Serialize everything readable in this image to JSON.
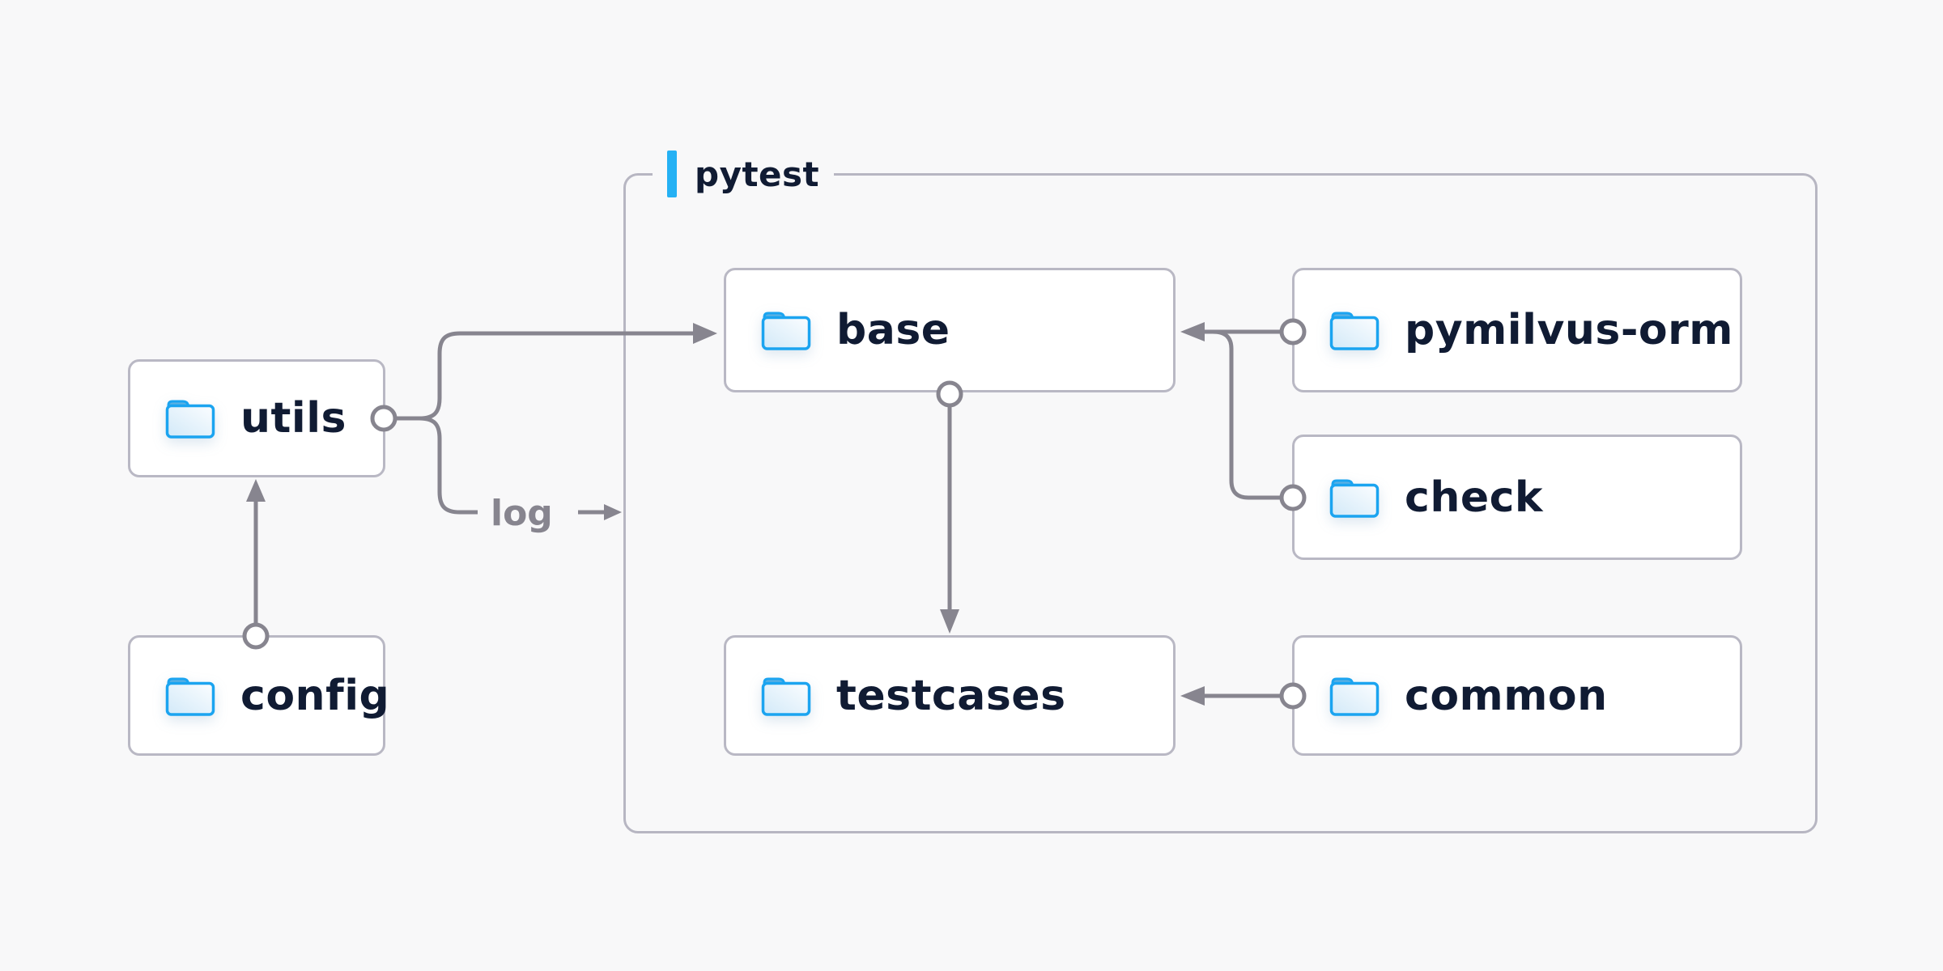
{
  "diagram": {
    "group": {
      "label": "pytest",
      "accent_color": "#25b1f4",
      "border_color": "#b7b6c2"
    },
    "nodes": {
      "utils": {
        "label": "utils",
        "icon": "folder-icon"
      },
      "config": {
        "label": "config",
        "icon": "folder-icon"
      },
      "base": {
        "label": "base",
        "icon": "folder-icon"
      },
      "pymilvus_orm": {
        "label": "pymilvus-orm",
        "icon": "folder-icon"
      },
      "check": {
        "label": "check",
        "icon": "folder-icon"
      },
      "testcases": {
        "label": "testcases",
        "icon": "folder-icon"
      },
      "common": {
        "label": "common",
        "icon": "folder-icon"
      }
    },
    "log_label": "log",
    "edges": [
      {
        "from": "config",
        "to": "utils"
      },
      {
        "from": "utils",
        "to": "base"
      },
      {
        "from": "utils",
        "to": "log"
      },
      {
        "from": "pymilvus-orm",
        "to": "base"
      },
      {
        "from": "check",
        "to": "base"
      },
      {
        "from": "base",
        "to": "testcases"
      },
      {
        "from": "common",
        "to": "testcases"
      }
    ],
    "colors": {
      "background": "#f8f8f9",
      "node_background": "#ffffff",
      "node_border": "#b9b8c4",
      "connector": "#87858f",
      "text": "#101b33",
      "folder_outline": "#1ba4f0",
      "folder_tab": "#5bb0e3"
    }
  }
}
